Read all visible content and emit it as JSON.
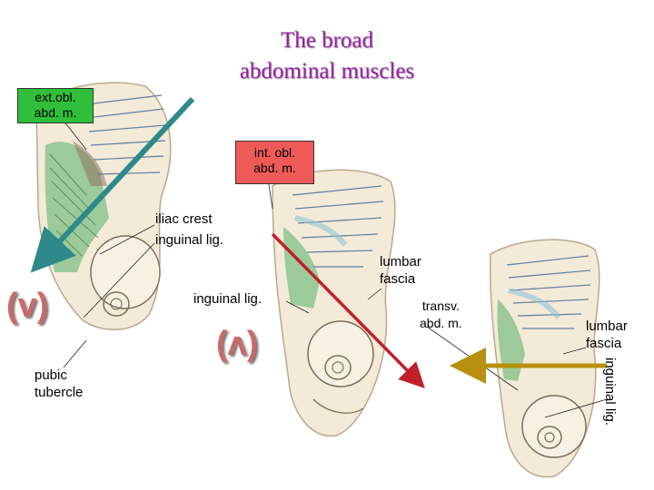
{
  "title": {
    "line1": "The broad",
    "line2": "abdominal muscles"
  },
  "labels": {
    "ext_obl": {
      "line1": "ext.obl.",
      "line2": "abd. m."
    },
    "int_obl": {
      "line1": "int. obl.",
      "line2": "abd. m."
    },
    "iliac_crest": "iliac crest",
    "inguinal_lig_1": "inguinal lig.",
    "inguinal_lig_2": "inguinal lig.",
    "inguinal_lig_3": "inguinal lig.",
    "lumbar_fascia_1": {
      "line1": "lumbar",
      "line2": "fascia"
    },
    "lumbar_fascia_2": {
      "line1": "lumbar",
      "line2": "fascia"
    },
    "transv": {
      "line1": "transv.",
      "line2": "abd. m."
    },
    "pubic_tubercle": {
      "line1": "pubic",
      "line2": "tubercle"
    }
  },
  "signs": {
    "v": "(v)",
    "lambda": "(ʌ)"
  },
  "colors": {
    "title": "#9b1fa6",
    "ext_box": "#2fbf3a",
    "int_box": "#ee5b57",
    "arrow_ext": "#2e8a8a",
    "arrow_int": "#c0202a",
    "arrow_transv": "#b8900f",
    "sign": "#c96a6a"
  }
}
